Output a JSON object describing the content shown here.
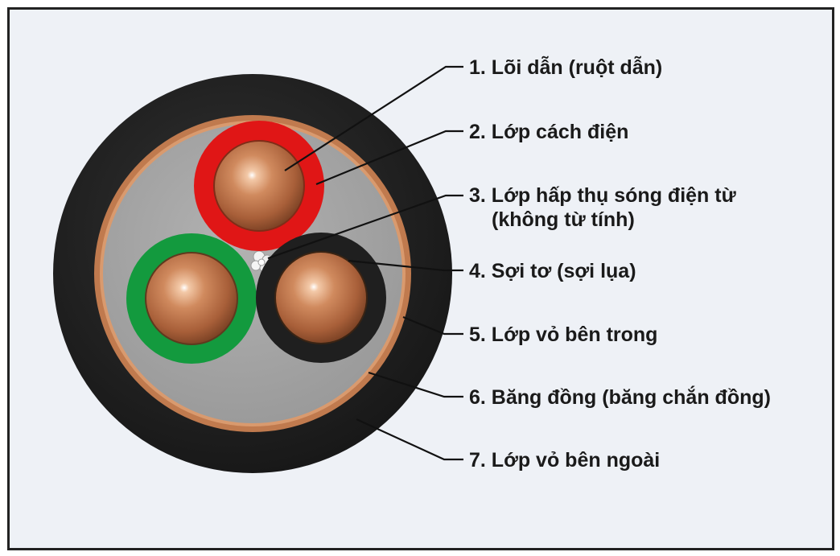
{
  "labels": [
    {
      "text": "1. Lõi dẫn (ruột dẫn)"
    },
    {
      "text": "2. Lớp cách điện"
    },
    {
      "text": "3. Lớp hấp thụ sóng điện từ",
      "text2": "(không từ tính)"
    },
    {
      "text": "4. Sợi tơ (sợi lụa)"
    },
    {
      "text": "5. Lớp vỏ bên trong"
    },
    {
      "text": "6. Băng đồng (băng chắn đồng)"
    },
    {
      "text": "7. Lớp vỏ bên ngoài"
    }
  ],
  "colors": {
    "outer_sheath": "#1c1c1c",
    "copper_tape": "#c07a4e",
    "inner_sheath": "#a7a7a7",
    "insulation_red": "#e01616",
    "insulation_green": "#139a3e",
    "insulation_black": "#1f1f1f",
    "conductor_copper": "#b86b45",
    "background": "#eef1f6"
  }
}
